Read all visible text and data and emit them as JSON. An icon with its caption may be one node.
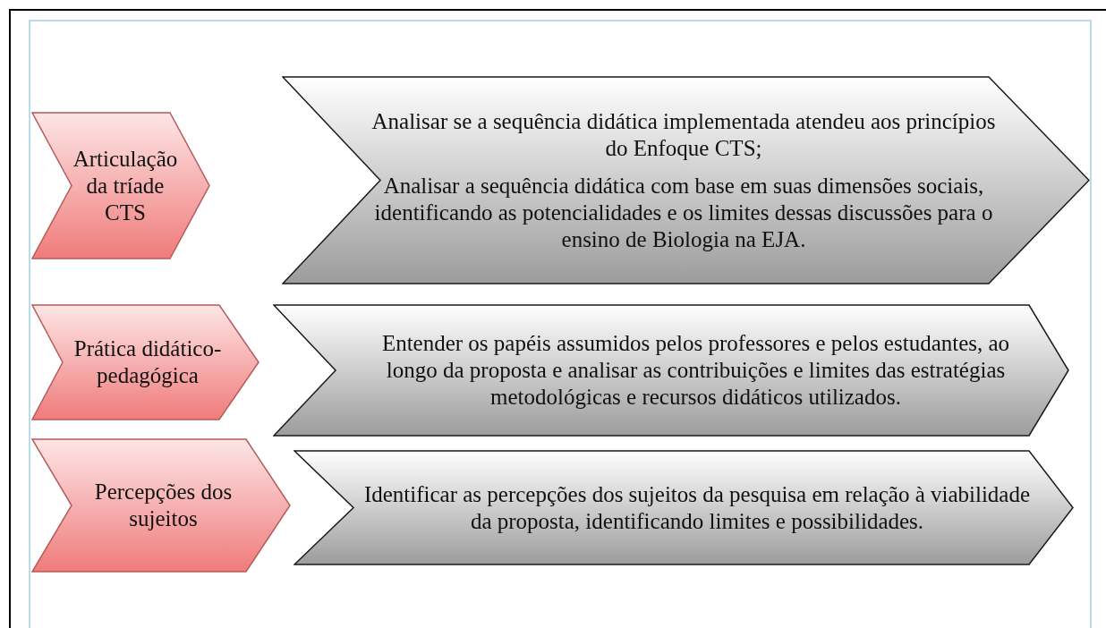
{
  "diagram": {
    "nodes": [
      {
        "text": [
          "Articulação da tríade CTS"
        ]
      },
      {
        "text": [
          "Analisar se a  sequência didática implementada atendeu aos princípios do Enfoque CTS;",
          "Analisar a sequência didática com base em suas dimensões sociais, identificando as potencialidades e os limites dessas discussões para o ensino de Biologia na EJA."
        ]
      },
      {
        "text": [
          "Prática didático-pedagógica"
        ]
      },
      {
        "text": [
          "Entender os papéis assumidos pelos professores e pelos estudantes, ao longo da proposta e analisar as contribuições e limites das estratégias metodológicas e recursos didáticos utilizados."
        ]
      },
      {
        "text": [
          "Percepções dos sujeitos"
        ]
      },
      {
        "text": [
          "Identificar as percepções dos sujeitos da pesquisa em relação à viabilidade da proposta, identificando limites e possibilidades."
        ]
      }
    ]
  }
}
